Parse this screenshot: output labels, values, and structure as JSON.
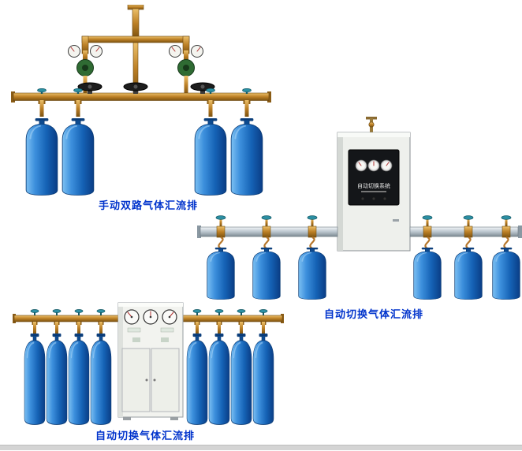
{
  "page": {
    "background_color": "#ffffff",
    "caption_color": "#0033cc"
  },
  "products": [
    {
      "name": "manual-dual-gas-manifold",
      "label": "手动双路气体汇流排",
      "cylinder_count": 4
    },
    {
      "name": "auto-switch-gas-manifold-wall-cabinet",
      "label": "自动切换气体汇流排",
      "cabinet_text": "自动切换系统",
      "cylinder_count": 6
    },
    {
      "name": "auto-switch-gas-manifold-floor-cabinet",
      "label": "自动切换气体汇流排",
      "cylinder_count": 8
    }
  ],
  "colors": {
    "cylinder_blue": "#1565b5",
    "brass_pipe": "#bc8026",
    "silver_pipe": "#bac5cd",
    "valve_teal": "#2c8fa3",
    "regulator_green": "#2f6b33"
  }
}
